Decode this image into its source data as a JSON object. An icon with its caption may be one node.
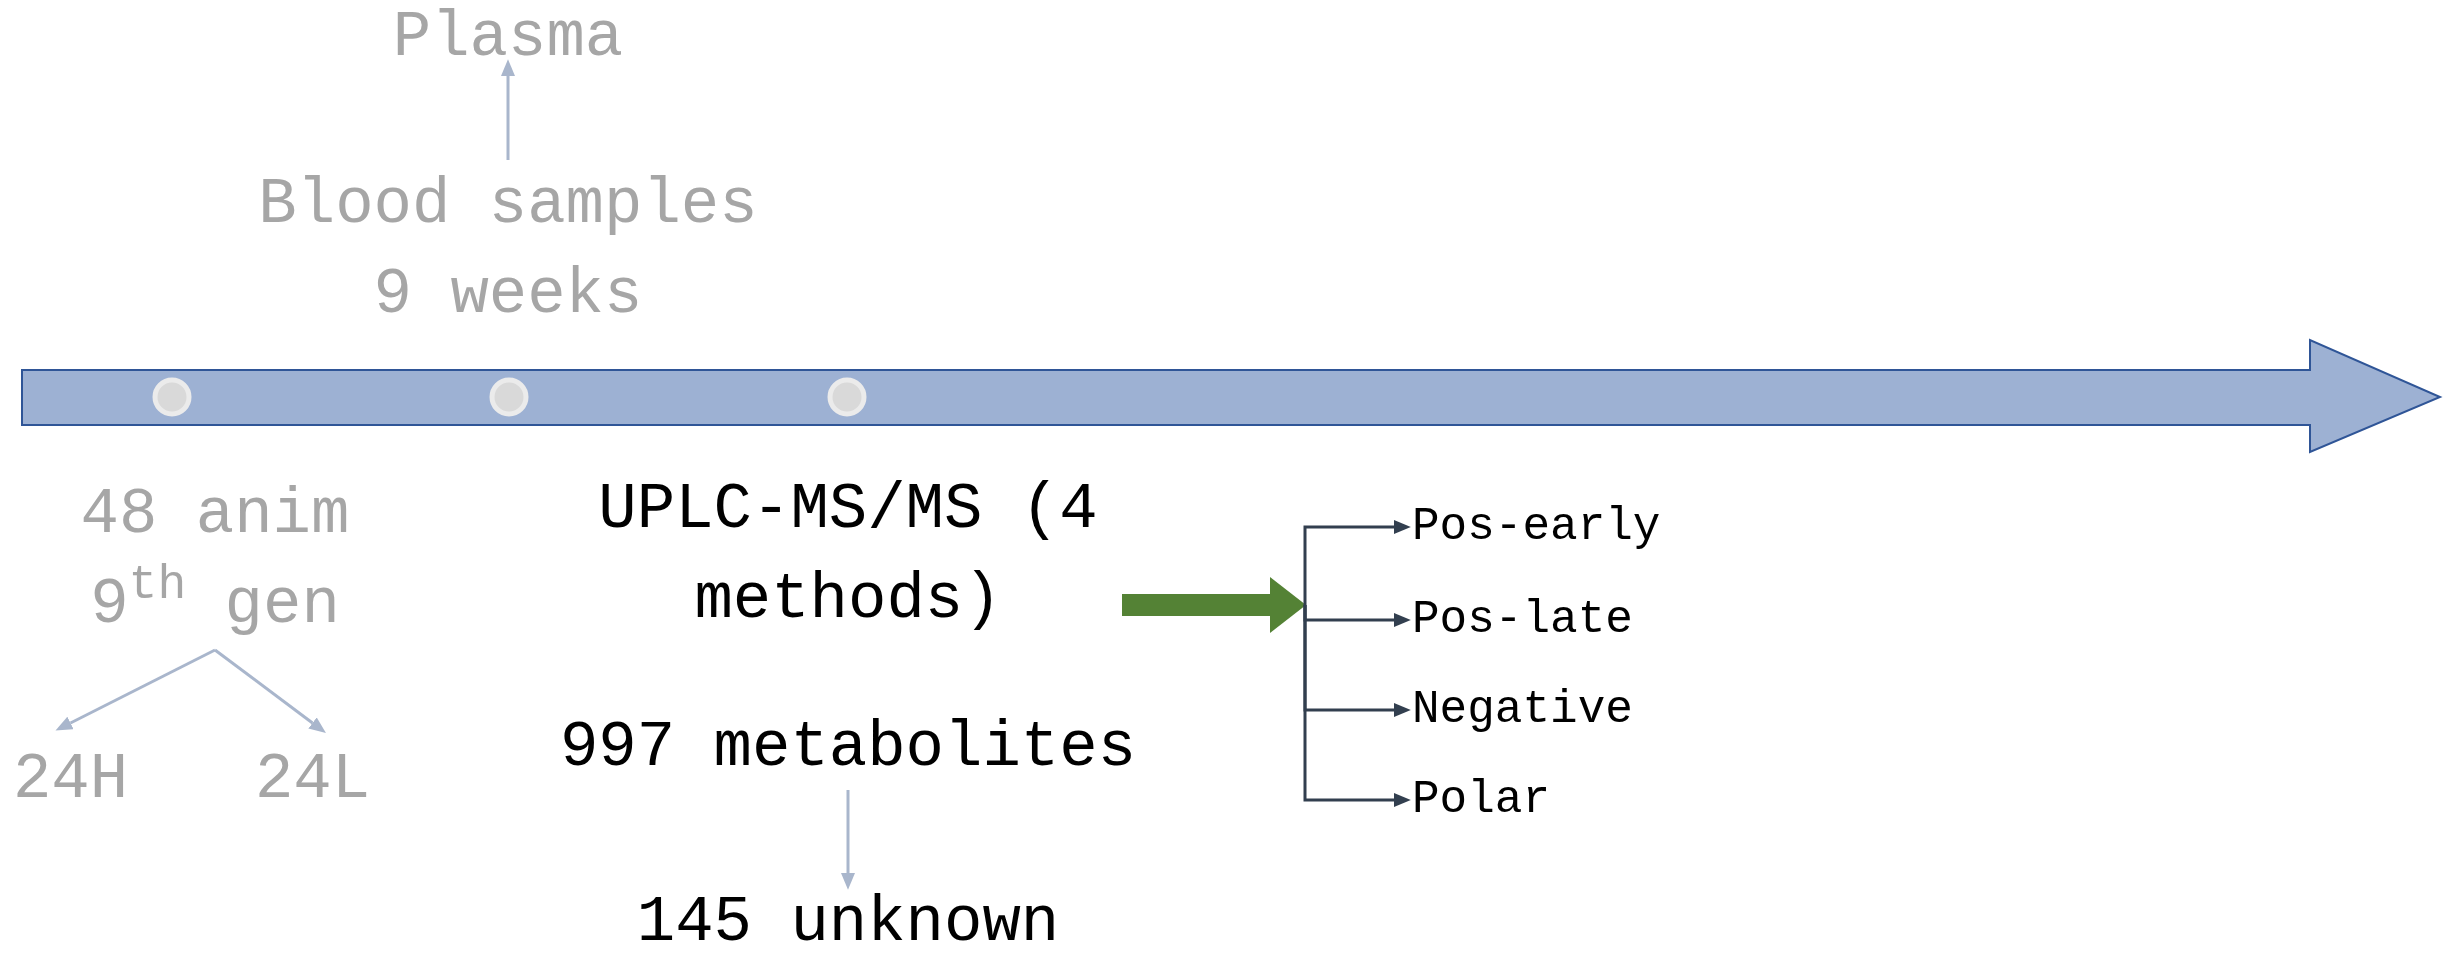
{
  "diagram": {
    "nodes": [
      {
        "text": [
          "Plasma"
        ]
      },
      {
        "text": [
          "Blood samples 9 weeks"
        ]
      },
      {
        "text": [
          "48 anim 9$^{th}$ gen"
        ]
      },
      {
        "text": [
          "24H"
        ]
      },
      {
        "text": [
          "24L"
        ]
      },
      {
        "text": [
          "UPLC-MS/MS (4 methods)"
        ]
      },
      {
        "text": [
          "997 metabolites"
        ]
      },
      {
        "text": [
          "145 unknown"
        ]
      },
      {
        "text": [
          "Pos-early"
        ]
      },
      {
        "text": [
          "Pos-late"
        ]
      },
      {
        "text": [
          "Negative"
        ]
      },
      {
        "text": [
          "Polar"
        ]
      }
    ],
    "edges": [
      {
        "from": 1,
        "to": 0,
        "arrow": "to",
        "color": "#a9b6cc"
      },
      {
        "from": 2,
        "to": 3,
        "arrow": "to",
        "color": "#a9b6cc"
      },
      {
        "from": 2,
        "to": 4,
        "arrow": "to",
        "color": "#a9b6cc"
      },
      {
        "from": 6,
        "to": 7,
        "arrow": "to",
        "color": "#a9b6cc"
      },
      {
        "from": 5,
        "to": null,
        "arrow": "to",
        "style": "thick",
        "color": "#548235"
      },
      {
        "from": null,
        "to": 8,
        "arrow": "to",
        "color": "#323f4f"
      },
      {
        "from": null,
        "to": 9,
        "arrow": "to",
        "color": "#323f4f"
      },
      {
        "from": null,
        "to": 10,
        "arrow": "to",
        "color": "#323f4f"
      },
      {
        "from": null,
        "to": 11,
        "arrow": "to",
        "color": "#323f4f"
      }
    ]
  }
}
